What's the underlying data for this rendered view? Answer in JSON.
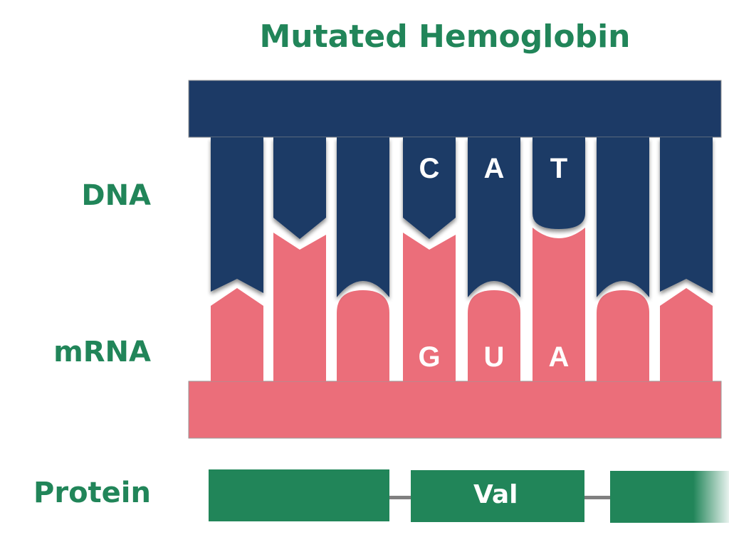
{
  "title": "Mutated Hemoglobin",
  "labels": {
    "dna": "DNA",
    "mrna": "mRNA",
    "protein": "Protein"
  },
  "colors": {
    "dna": "#1c3a66",
    "mrna": "#eb6e7a",
    "protein": "#218559",
    "label": "#218559",
    "linker": "#808080"
  },
  "bases": [
    {
      "dna_shape": "peak",
      "dna_letter": "",
      "rna_letter": ""
    },
    {
      "dna_shape": "vee",
      "dna_letter": "",
      "rna_letter": ""
    },
    {
      "dna_shape": "cup",
      "dna_letter": "",
      "rna_letter": ""
    },
    {
      "dna_shape": "vee",
      "dna_letter": "C",
      "rna_letter": "G"
    },
    {
      "dna_shape": "cup",
      "dna_letter": "A",
      "rna_letter": "U"
    },
    {
      "dna_shape": "round",
      "dna_letter": "T",
      "rna_letter": "A"
    },
    {
      "dna_shape": "cup",
      "dna_letter": "",
      "rna_letter": ""
    },
    {
      "dna_shape": "peak",
      "dna_letter": "",
      "rna_letter": ""
    }
  ],
  "protein": {
    "segments": [
      {
        "label": ""
      },
      {
        "label": "Val"
      },
      {
        "label": ""
      }
    ]
  }
}
